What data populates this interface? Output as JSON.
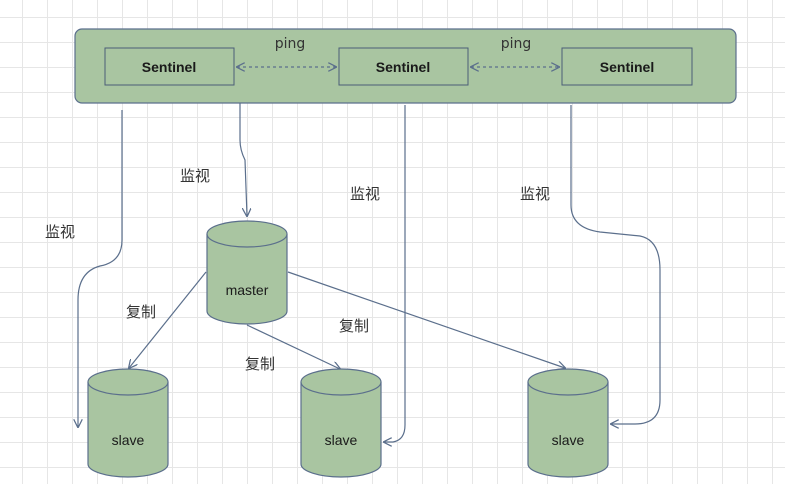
{
  "colors": {
    "fill": "#a9c5a1",
    "stroke": "#5b6f8c",
    "inner_stroke": "#4a5d78",
    "arrow": "#5b6f8c"
  },
  "sentinels": [
    "Sentinel",
    "Sentinel",
    "Sentinel"
  ],
  "ping_labels": [
    "ping",
    "ping"
  ],
  "master_label": "master",
  "slave_labels": [
    "slave",
    "slave",
    "slave"
  ],
  "monitor_labels": [
    "监视",
    "监视",
    "监视",
    "监视"
  ],
  "replicate_labels": [
    "复制",
    "复制",
    "复制"
  ]
}
